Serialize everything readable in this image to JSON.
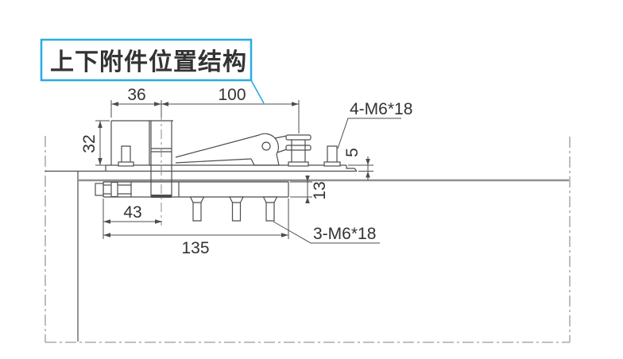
{
  "title": {
    "label": "上下附件位置结构"
  },
  "callouts": {
    "top_bolts": "4-M6*18",
    "bottom_bolts": "3-M6*18"
  },
  "dimensions": {
    "box_width": "36",
    "lever_span": "100",
    "box_height": "32",
    "plate_thickness": "5",
    "bar_thickness": "13",
    "pin_offset": "43",
    "bar_length": "135"
  },
  "colors": {
    "accent": "#29abe2",
    "drawing_line": "#4d4d4d",
    "phantom_line": "#9a9a9a",
    "panel_edge": "#8f8f8f",
    "text": "#333333"
  }
}
